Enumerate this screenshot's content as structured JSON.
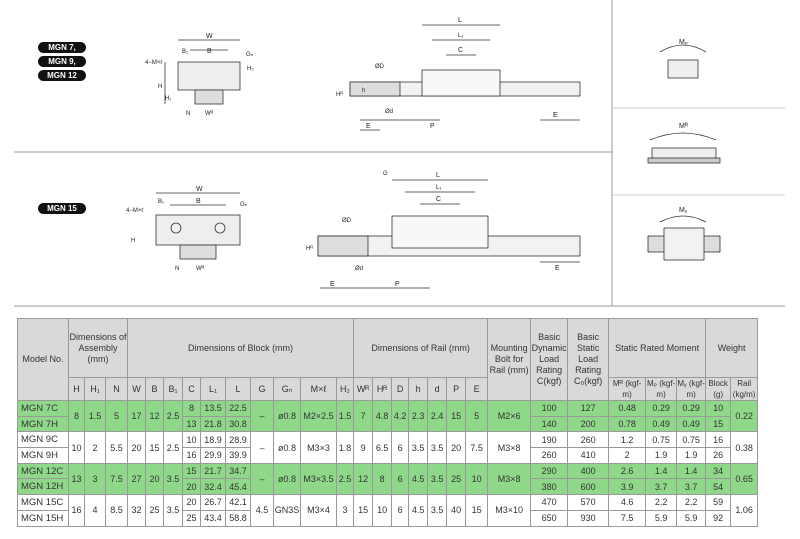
{
  "badges": [
    "MGN 7,",
    "MGN 9,",
    "MGN 12",
    "MGN 15"
  ],
  "labels": {
    "W": "W",
    "B": "B",
    "B1": "B₁",
    "Gn": "Gₙ",
    "M": "4−M×ℓ",
    "H": "H",
    "H1": "H₁",
    "H2": "H₂",
    "N": "N",
    "WR": "Wᴿ",
    "HR": "Hᴿ",
    "L": "L",
    "L1": "L₁",
    "C": "C",
    "OD": "ØD",
    "h": "h",
    "Od": "Ød",
    "E": "E",
    "P": "P",
    "G": "G",
    "MP": "Mₚ",
    "MR": "Mᴿ",
    "MY": "Mᵧ"
  },
  "header": {
    "model": "Model No.",
    "assembly": "Dimensions of Assembly (mm)",
    "block": "Dimensions of Block (mm)",
    "rail": "Dimensions of Rail (mm)",
    "bolt": "Mounting Bolt for Rail (mm)",
    "dynamic": "Basic Dynamic Load Rating C(kgf)",
    "static": "Basic Static Load Rating C₀(kgf)",
    "moment": "Static Rated Moment",
    "weight": "Weight",
    "sub": [
      "H",
      "H₁",
      "N",
      "W",
      "B",
      "B₁",
      "C",
      "L₁",
      "L",
      "G",
      "Gₙ",
      "M×ℓ",
      "H₂",
      "Wᴿ",
      "Hᴿ",
      "D",
      "h",
      "d",
      "P",
      "E"
    ],
    "moment_sub": [
      "Mᴿ (kgf-m)",
      "Mₚ (kgf-m)",
      "Mᵧ (kgf-m)"
    ],
    "weight_sub": [
      "Block (g)",
      "Rail (kg/m)"
    ]
  },
  "groups": [
    {
      "color": "green",
      "shared": {
        "H": "8",
        "H1": "1.5",
        "N": "5",
        "W": "17",
        "B": "12",
        "B1": "2.5",
        "G": "–",
        "Gn": "ø0.8",
        "Ml": "M2×2.5",
        "H2": "1.5",
        "WR": "7",
        "HR": "4.8",
        "D": "4.2",
        "h": "2.3",
        "d": "2.4",
        "P": "15",
        "E": "5",
        "bolt": "M2×6",
        "rail": "0.22"
      },
      "rows": [
        {
          "model": "MGN 7C",
          "C": "8",
          "L1": "13.5",
          "L": "22.5",
          "Cd": "100",
          "C0": "127",
          "MR": "0.48",
          "MP": "0.29",
          "MY": "0.29",
          "block": "10"
        },
        {
          "model": "MGN 7H",
          "C": "13",
          "L1": "21.8",
          "L": "30.8",
          "Cd": "140",
          "C0": "200",
          "MR": "0.78",
          "MP": "0.49",
          "MY": "0.49",
          "block": "15"
        }
      ]
    },
    {
      "color": "white",
      "shared": {
        "H": "10",
        "H1": "2",
        "N": "5.5",
        "W": "20",
        "B": "15",
        "B1": "2.5",
        "G": "–",
        "Gn": "ø0.8",
        "Ml": "M3×3",
        "H2": "1.8",
        "WR": "9",
        "HR": "6.5",
        "D": "6",
        "h": "3.5",
        "d": "3.5",
        "P": "20",
        "E": "7.5",
        "bolt": "M3×8",
        "rail": "0.38"
      },
      "rows": [
        {
          "model": "MGN 9C",
          "C": "10",
          "L1": "18.9",
          "L": "28.9",
          "Cd": "190",
          "C0": "260",
          "MR": "1.2",
          "MP": "0.75",
          "MY": "0.75",
          "block": "16"
        },
        {
          "model": "MGN 9H",
          "C": "16",
          "L1": "29.9",
          "L": "39.9",
          "Cd": "260",
          "C0": "410",
          "MR": "2",
          "MP": "1.9",
          "MY": "1.9",
          "block": "26"
        }
      ]
    },
    {
      "color": "green",
      "shared": {
        "H": "13",
        "H1": "3",
        "N": "7.5",
        "W": "27",
        "B": "20",
        "B1": "3.5",
        "G": "–",
        "Gn": "ø0.8",
        "Ml": "M3×3.5",
        "H2": "2.5",
        "WR": "12",
        "HR": "8",
        "D": "6",
        "h": "4.5",
        "d": "3.5",
        "P": "25",
        "E": "10",
        "bolt": "M3×8",
        "rail": "0.65"
      },
      "rows": [
        {
          "model": "MGN 12C",
          "C": "15",
          "L1": "21.7",
          "L": "34.7",
          "Cd": "290",
          "C0": "400",
          "MR": "2.6",
          "MP": "1.4",
          "MY": "1.4",
          "block": "34"
        },
        {
          "model": "MGN 12H",
          "C": "20",
          "L1": "32.4",
          "L": "45.4",
          "Cd": "380",
          "C0": "600",
          "MR": "3.9",
          "MP": "3.7",
          "MY": "3.7",
          "block": "54"
        }
      ]
    },
    {
      "color": "white",
      "shared": {
        "H": "16",
        "H1": "4",
        "N": "8.5",
        "W": "32",
        "B": "25",
        "B1": "3.5",
        "G": "4.5",
        "Gn": "GN3S",
        "Ml": "M3×4",
        "H2": "3",
        "WR": "15",
        "HR": "10",
        "D": "6",
        "h": "4.5",
        "d": "3.5",
        "P": "40",
        "E": "15",
        "bolt": "M3×10",
        "rail": "1.06"
      },
      "rows": [
        {
          "model": "MGN 15C",
          "C": "20",
          "L1": "26.7",
          "L": "42.1",
          "Cd": "470",
          "C0": "570",
          "MR": "4.6",
          "MP": "2.2",
          "MY": "2.2",
          "block": "59"
        },
        {
          "model": "MGN 15H",
          "C": "25",
          "L1": "43.4",
          "L": "58.8",
          "Cd": "650",
          "C0": "930",
          "MR": "7.5",
          "MP": "5.9",
          "MY": "5.9",
          "block": "92"
        }
      ]
    }
  ]
}
